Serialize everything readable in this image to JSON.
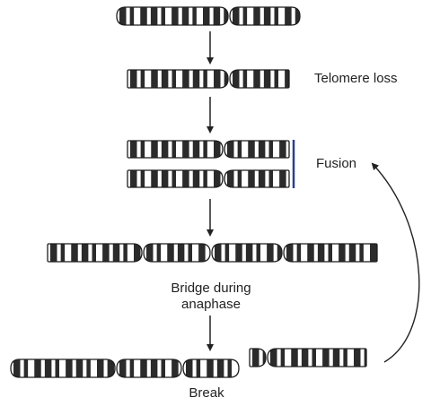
{
  "colors": {
    "band_dark": "#2b2b2b",
    "band_light": "#ffffff",
    "outline": "#1e1e1e",
    "arrow": "#222222",
    "fusion_line": "#2a3f8f"
  },
  "labels": {
    "telomere_loss": "Telomere loss",
    "fusion": "Fusion",
    "bridge_line1": "Bridge during",
    "bridge_line2": "anaphase",
    "break": "Break"
  }
}
